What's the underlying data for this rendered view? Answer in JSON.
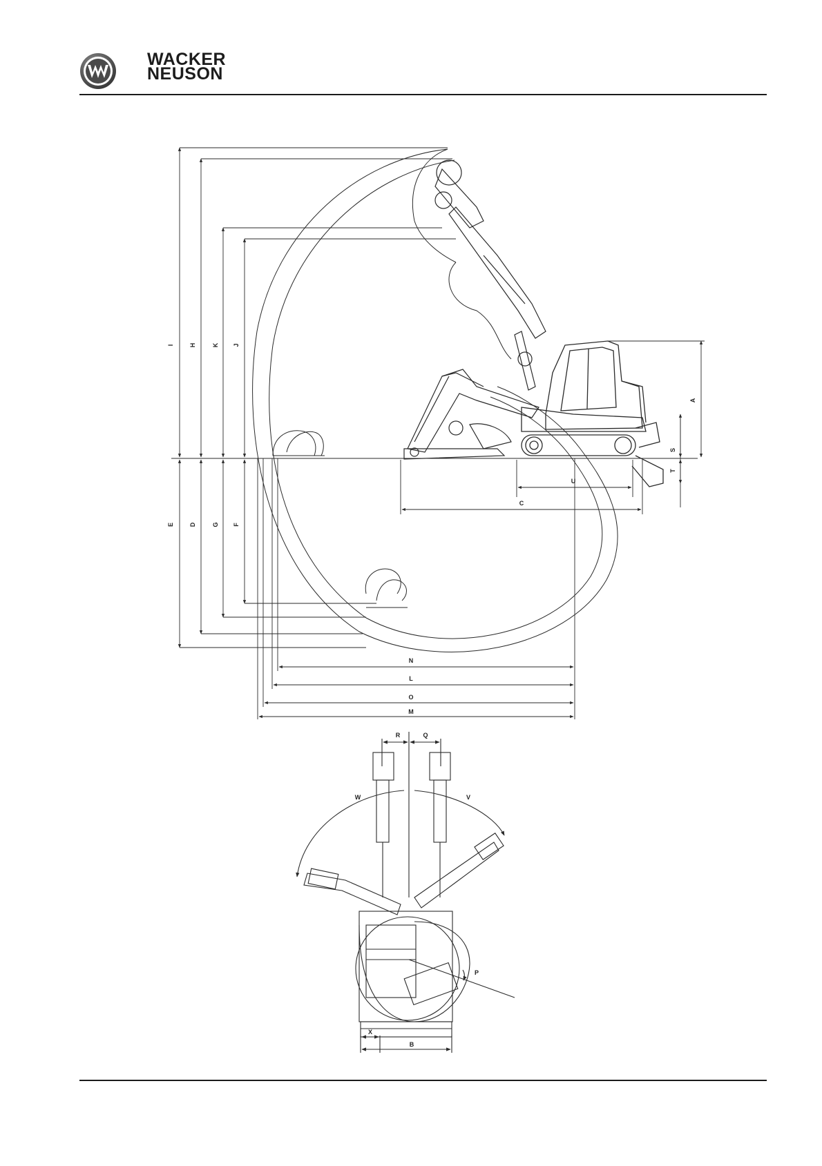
{
  "brand": {
    "line1": "WACKER",
    "line2": "NEUSON",
    "logo_icon": "wacker-neuson-w-logo"
  },
  "dimensions": {
    "side_view": {
      "vertical_upper": [
        "I",
        "H",
        "K",
        "J"
      ],
      "vertical_lower": [
        "E",
        "D",
        "G",
        "F"
      ],
      "right_height": "A",
      "blade_up": "S",
      "blade_down": "T",
      "track_length": "U",
      "overall_length": "C",
      "reach": [
        "N",
        "L",
        "O",
        "M"
      ]
    },
    "top_view": {
      "offset_left": "R",
      "offset_right": "Q",
      "swing_left": "W",
      "swing_right": "V",
      "tail_swing": "P",
      "track_width": "X",
      "overall_width": "B"
    }
  },
  "colors": {
    "line": "#2a2a2a",
    "text": "#222222"
  }
}
